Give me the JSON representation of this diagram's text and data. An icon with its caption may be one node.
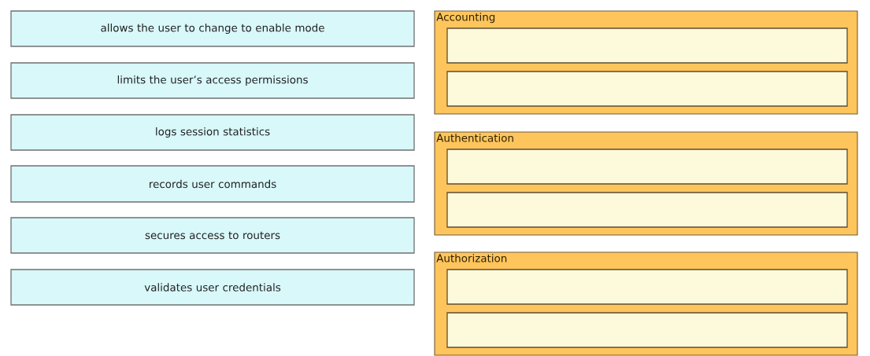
{
  "diagram": {
    "nodes": [
      {
        "text": [
          "allows the user to change to enable mode"
        ]
      },
      {
        "text": [
          "limits the user’s access permissions"
        ]
      },
      {
        "text": [
          "logs session statistics"
        ]
      },
      {
        "text": [
          "records user commands"
        ]
      },
      {
        "text": [
          "secures access to routers"
        ]
      },
      {
        "text": [
          "validates user credentials"
        ]
      },
      {
        "text": [
          "Accounting"
        ]
      },
      {
        "text": [],
        "shape": "box",
        "in": 6
      },
      {
        "text": [],
        "shape": "box",
        "in": 6
      },
      {
        "text": [
          "Authentication"
        ]
      },
      {
        "text": [],
        "shape": "box",
        "in": 9
      },
      {
        "text": [],
        "shape": "box",
        "in": 9
      },
      {
        "text": [
          "Authorization"
        ]
      },
      {
        "text": [],
        "shape": "box",
        "in": 12
      },
      {
        "text": [],
        "shape": "box",
        "in": 12
      }
    ]
  }
}
